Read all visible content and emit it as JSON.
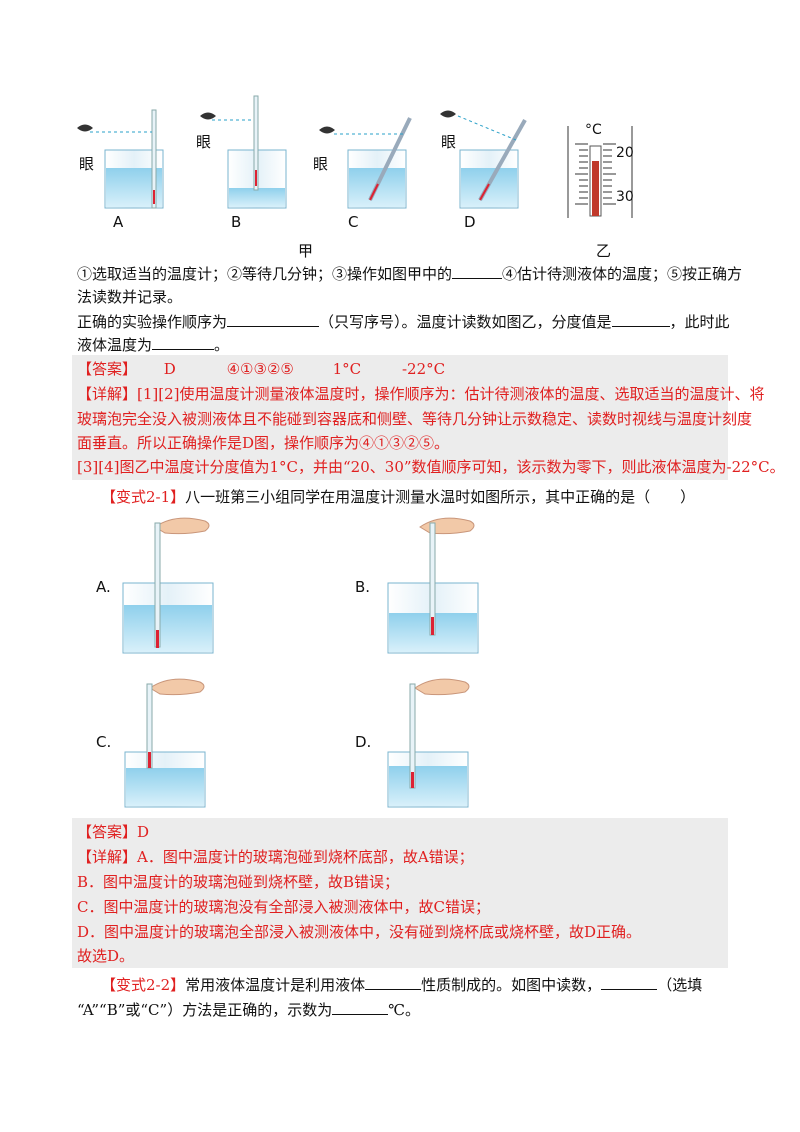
{
  "figure1": {
    "labels": {
      "A": "A",
      "B": "B",
      "C": "C",
      "D": "D"
    },
    "eye": "眼",
    "jia": "甲",
    "yi": "乙",
    "unit": "°C",
    "tick_upper": "20",
    "tick_lower": "30"
  },
  "q1": {
    "line1": "①选取适当的温度计；②等待几分钟；③操作如图甲中的",
    "line1b": "④估计待测液体的温度；⑤按正确方",
    "line2": "法读数并记录。",
    "line3a": "正确的实验操作顺序为",
    "line3b": "（只写序号）。温度计读数如图乙，分度值是",
    "line3c": "，此时此",
    "line4a": "液体温度为",
    "line4b": "。"
  },
  "a1": {
    "answer_tag": "【答案】",
    "answers": [
      "D",
      "④①③②⑤",
      "1°C",
      "-22°C"
    ],
    "detail_tag": "【详解】",
    "detail1": "[1][2]使用温度计测量液体温度时，操作顺序为：估计待测液体的温度、选取适当的温度计、将",
    "detail2": "玻璃泡完全没入被测液体且不能碰到容器底和侧壁、等待几分钟让示数稳定、读数时视线与温度计刻度",
    "detail3": "面垂直。所以正确操作是D图，操作顺序为④①③②⑤。",
    "detail4": "[3][4]图乙中温度计分度值为1°C，并由“20、30”数值顺序可知，该示数为零下，则此液体温度为-22°C。"
  },
  "q2": {
    "tag": "【变式2-1】",
    "text": "八一班第三小组同学在用温度计测量水温时如图所示，其中正确的是（　　）",
    "options": {
      "A": "A.",
      "B": "B.",
      "C": "C.",
      "D": "D."
    }
  },
  "a2": {
    "answer_tag": "【答案】",
    "answer": "D",
    "detail_tag": "【详解】",
    "line_a": "A．图中温度计的玻璃泡碰到烧杯底部，故A错误；",
    "line_b": "B．图中温度计的玻璃泡碰到烧杯壁，故B错误；",
    "line_c": "C．图中温度计的玻璃泡没有全部浸入被测液体中，故C错误；",
    "line_d": "D．图中温度计的玻璃泡全部浸入被测液体中，没有碰到烧杯底或烧杯壁，故D正确。",
    "conclusion": "故选D。"
  },
  "q3": {
    "tag": "【变式2-2】",
    "text1": "常用液体温度计是利用液体",
    "text2": "性质制成的。如图中读数，",
    "text3": "（选填",
    "text4": "“A”“B”或“C”）方法是正确的，示数为",
    "text5": "℃。"
  }
}
